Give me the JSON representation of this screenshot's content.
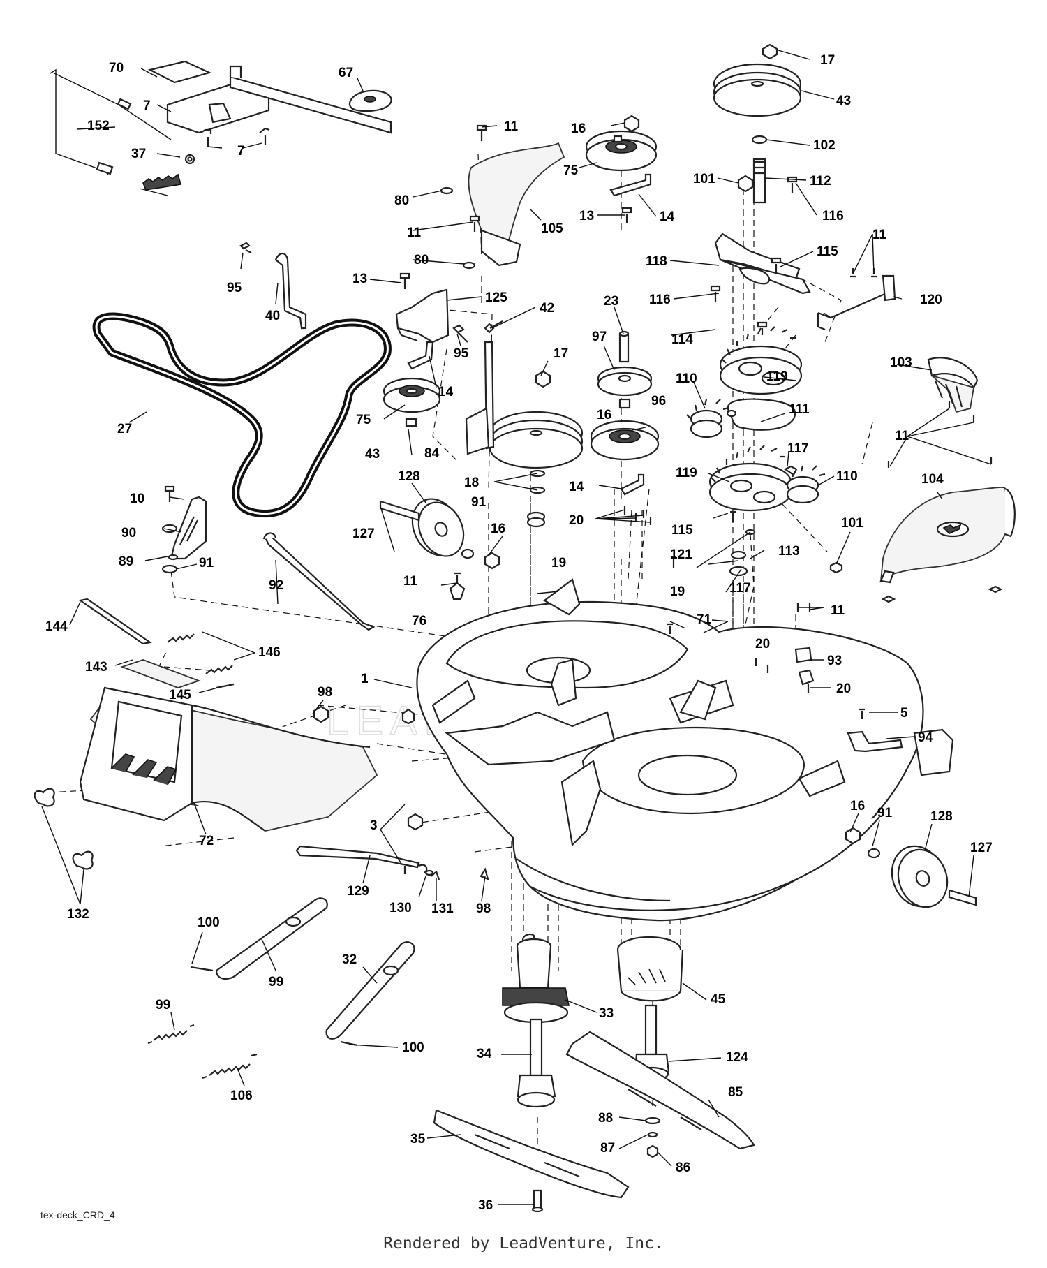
{
  "diagram_code": "tex-deck_CRD_4",
  "credit": "Rendered by LeadVenture, Inc.",
  "watermark": "LEADVENTURE",
  "callouts": [
    "70",
    "67",
    "7",
    "7",
    "152",
    "37",
    "11",
    "16",
    "75",
    "17",
    "43",
    "102",
    "80",
    "105",
    "11",
    "80",
    "14",
    "13",
    "101",
    "112",
    "116",
    "118",
    "115",
    "11",
    "120",
    "116",
    "95",
    "40",
    "13",
    "125",
    "42",
    "23",
    "27",
    "95",
    "97",
    "17",
    "114",
    "14",
    "119",
    "75",
    "16",
    "43",
    "84",
    "96",
    "110",
    "111",
    "103",
    "18",
    "14",
    "117",
    "119",
    "110",
    "11",
    "10",
    "128",
    "91",
    "104",
    "90",
    "127",
    "16",
    "20",
    "115",
    "101",
    "89",
    "91",
    "19",
    "121",
    "113",
    "92",
    "11",
    "19",
    "117",
    "76",
    "71",
    "144",
    "146",
    "143",
    "11",
    "20",
    "93",
    "145",
    "98",
    "1",
    "20",
    "5",
    "94",
    "16",
    "91",
    "128",
    "3",
    "127",
    "72",
    "132",
    "129",
    "130",
    "131",
    "98",
    "100",
    "99",
    "32",
    "99",
    "33",
    "45",
    "100",
    "34",
    "124",
    "106",
    "85",
    "88",
    "35",
    "87",
    "86",
    "36"
  ]
}
